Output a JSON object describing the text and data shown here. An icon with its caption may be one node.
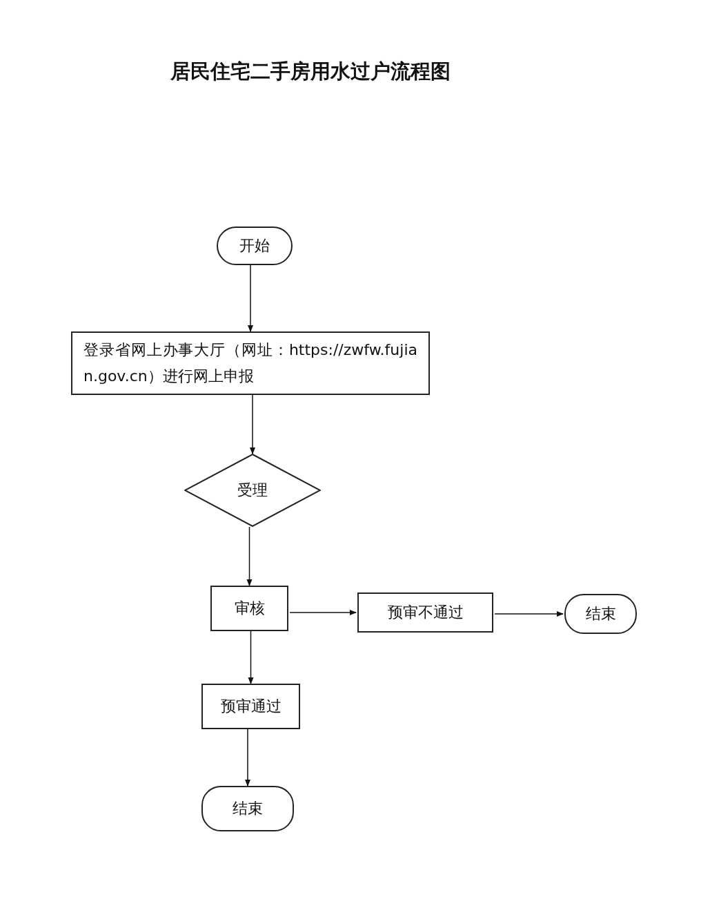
{
  "diagram": {
    "title": "居民住宅二手房用水过户流程图",
    "nodes": [
      {
        "text": [
          "开始"
        ]
      },
      {
        "text": [
          "登录省网上办事大厅（网址：https://zwfw.fujian.gov.cn）进行网上申报"
        ]
      },
      {
        "text": [
          "受理"
        ]
      },
      {
        "text": [
          "审核"
        ]
      },
      {
        "text": [
          "预审不通过"
        ]
      },
      {
        "text": [
          "结束"
        ]
      },
      {
        "text": [
          "预审通过"
        ]
      },
      {
        "text": [
          "结束"
        ]
      }
    ],
    "edges": [
      {
        "from": 0,
        "to": 1,
        "arrow": "to"
      },
      {
        "from": 1,
        "to": 2,
        "arrow": "to"
      },
      {
        "from": 2,
        "to": 3,
        "arrow": "to"
      },
      {
        "from": 3,
        "to": 4,
        "arrow": "to"
      },
      {
        "from": 4,
        "to": 5,
        "arrow": "to"
      },
      {
        "from": 3,
        "to": 6,
        "arrow": "to"
      },
      {
        "from": 6,
        "to": 7,
        "arrow": "to"
      }
    ]
  }
}
